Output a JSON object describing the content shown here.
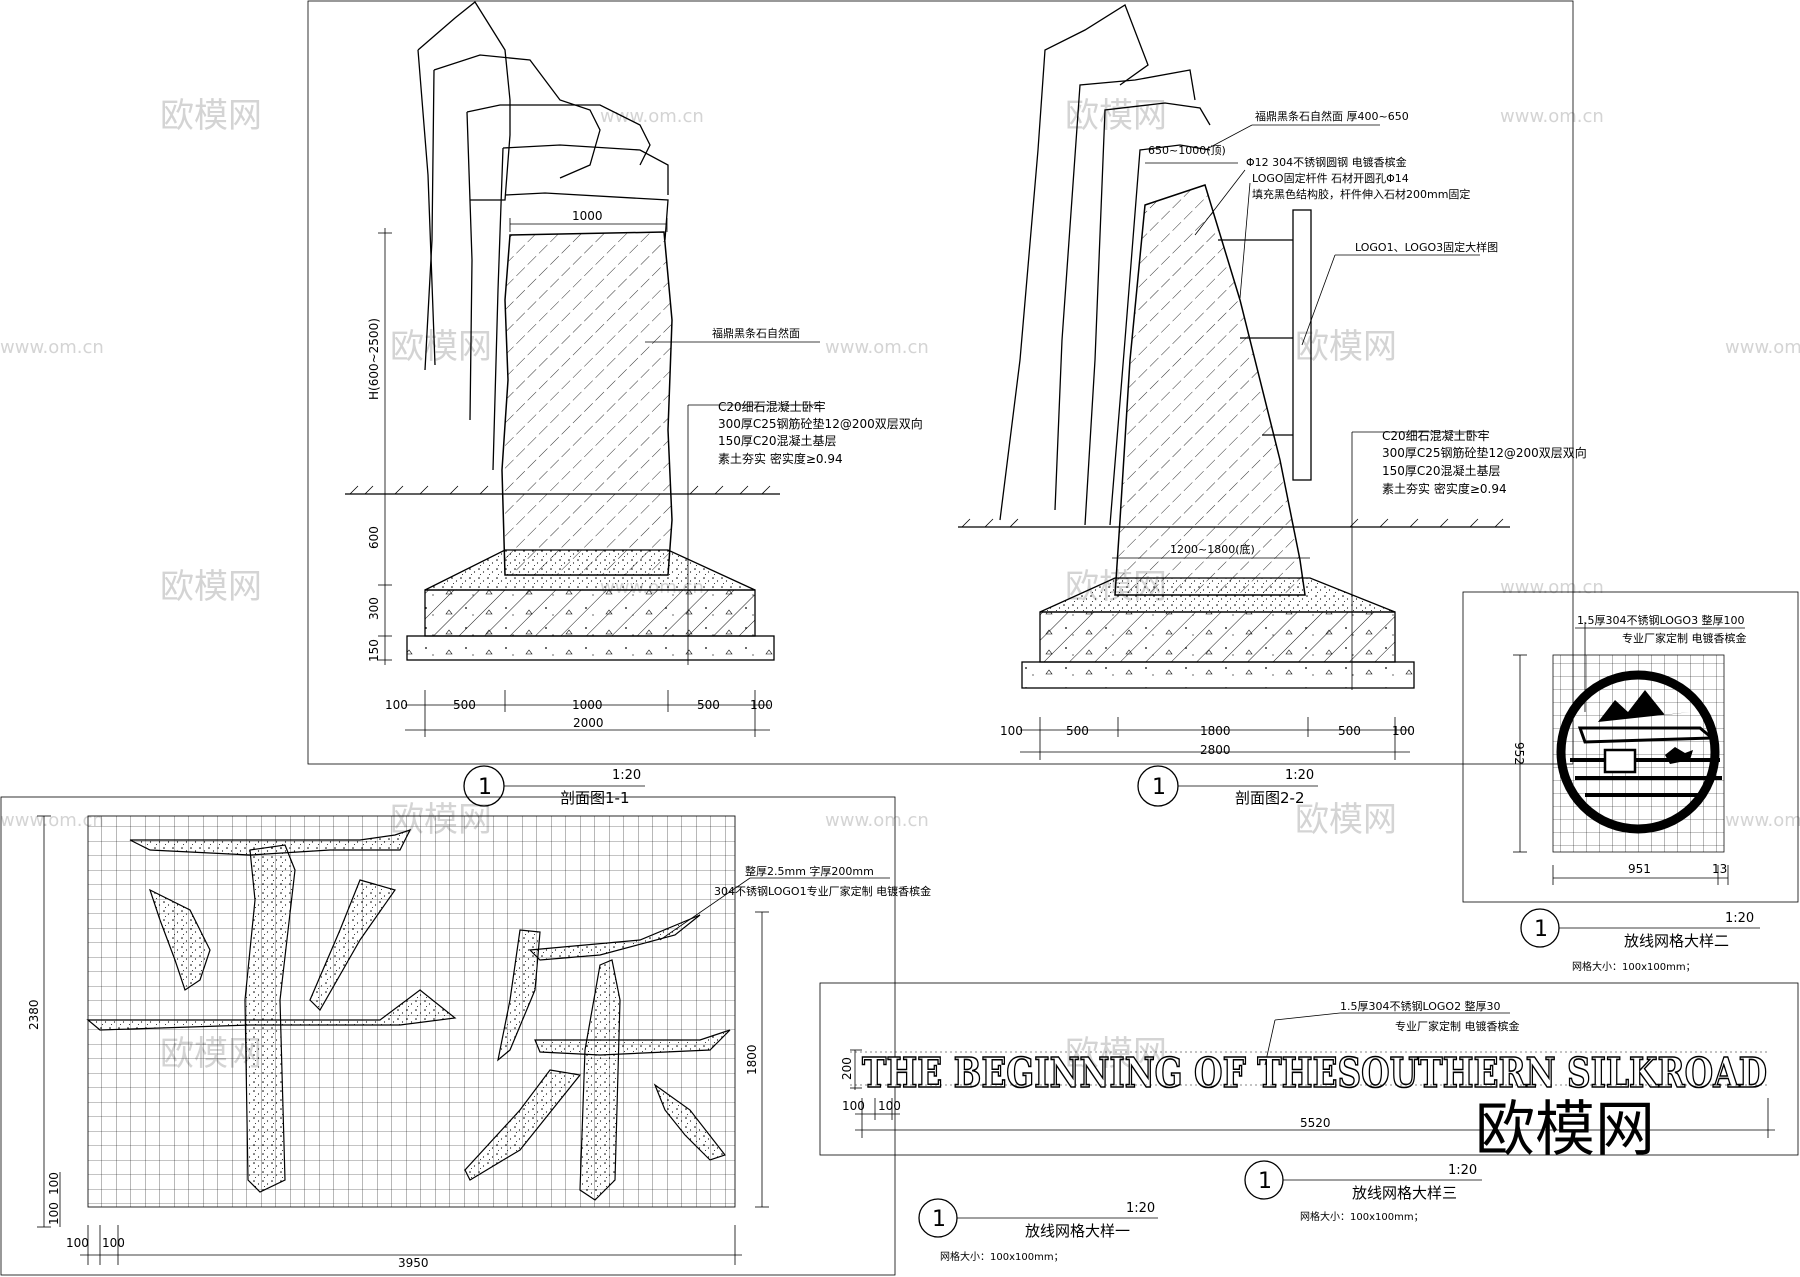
{
  "sections": {
    "s11": {
      "title": "剖面图1-1",
      "number": "1",
      "scale": "1:20",
      "height_label": "H(600~2500)",
      "top_width": "1000",
      "stone_note": "福鼎黑条石自然面",
      "layers": [
        "C20细石混凝土卧牢",
        "300厚C25钢筋砼垫12@200双层双向",
        "150厚C20混凝土基层",
        "素土夯实  密实度≥0.94"
      ],
      "vdims": [
        "600",
        "300",
        "150"
      ],
      "hdims": [
        "100",
        "500",
        "1000",
        "500",
        "100"
      ],
      "total": "2000"
    },
    "s22": {
      "title": "剖面图2-2",
      "number": "1",
      "scale": "1:20",
      "stone_note": "福鼎黑条石自然面  厚400~650",
      "top_dim": "650~1000(顶)",
      "rod_note": "Φ12  304不锈钢圆钢  电镀香槟金",
      "logo_note_1": "LOGO固定杆件  石材开圆孔Φ14",
      "logo_note_2": "填充黑色结构胶，杆件伸入石材200mm固定",
      "logo_ref": "LOGO1、LOGO3固定大样图",
      "layers": [
        "C20细石混凝土卧牢",
        "300厚C25钢筋砼垫12@200双层双向",
        "150厚C20混凝土基层",
        "素土夯实  密实度≥0.94"
      ],
      "base_dim": "1200~1800(底)",
      "hdims": [
        "100",
        "500",
        "1800",
        "500",
        "100"
      ],
      "total": "2800"
    },
    "d1": {
      "title": "放线网格大样一",
      "number": "1",
      "scale": "1:20",
      "grid": "网格大小：100x100mm；",
      "note_1": "整厚2.5mm  字厚200mm",
      "note_2": "304不锈钢LOGO1专业厂家定制  电镀香槟金",
      "height": "2380",
      "inner_height": "1800",
      "left_dims": [
        "100",
        "100"
      ],
      "bottom_dims": [
        "100",
        "100"
      ],
      "width": "3950"
    },
    "d2": {
      "title": "放线网格大样二",
      "number": "1",
      "scale": "1:20",
      "grid": "网格大小：100x100mm；",
      "note_1": "1.5厚304不锈钢LOGO3   整厚100",
      "note_2": "专业厂家定制  电镀香槟金",
      "height": "952",
      "width": "951",
      "small": "13"
    },
    "d3": {
      "title": "放线网格大样三",
      "number": "1",
      "scale": "1:20",
      "grid": "网格大小：100x100mm；",
      "note_1": "1.5厚304不锈钢LOGO2   整厚30",
      "note_2": "专业厂家定制  电镀香槟金",
      "logo_text": "THE BEGINNING OF THESOUTHERN SILKROAD",
      "height": "200",
      "dims": [
        "100",
        "100"
      ],
      "width": "5520"
    }
  },
  "watermark": {
    "brand": "欧模网",
    "site": "www.om.cn"
  }
}
